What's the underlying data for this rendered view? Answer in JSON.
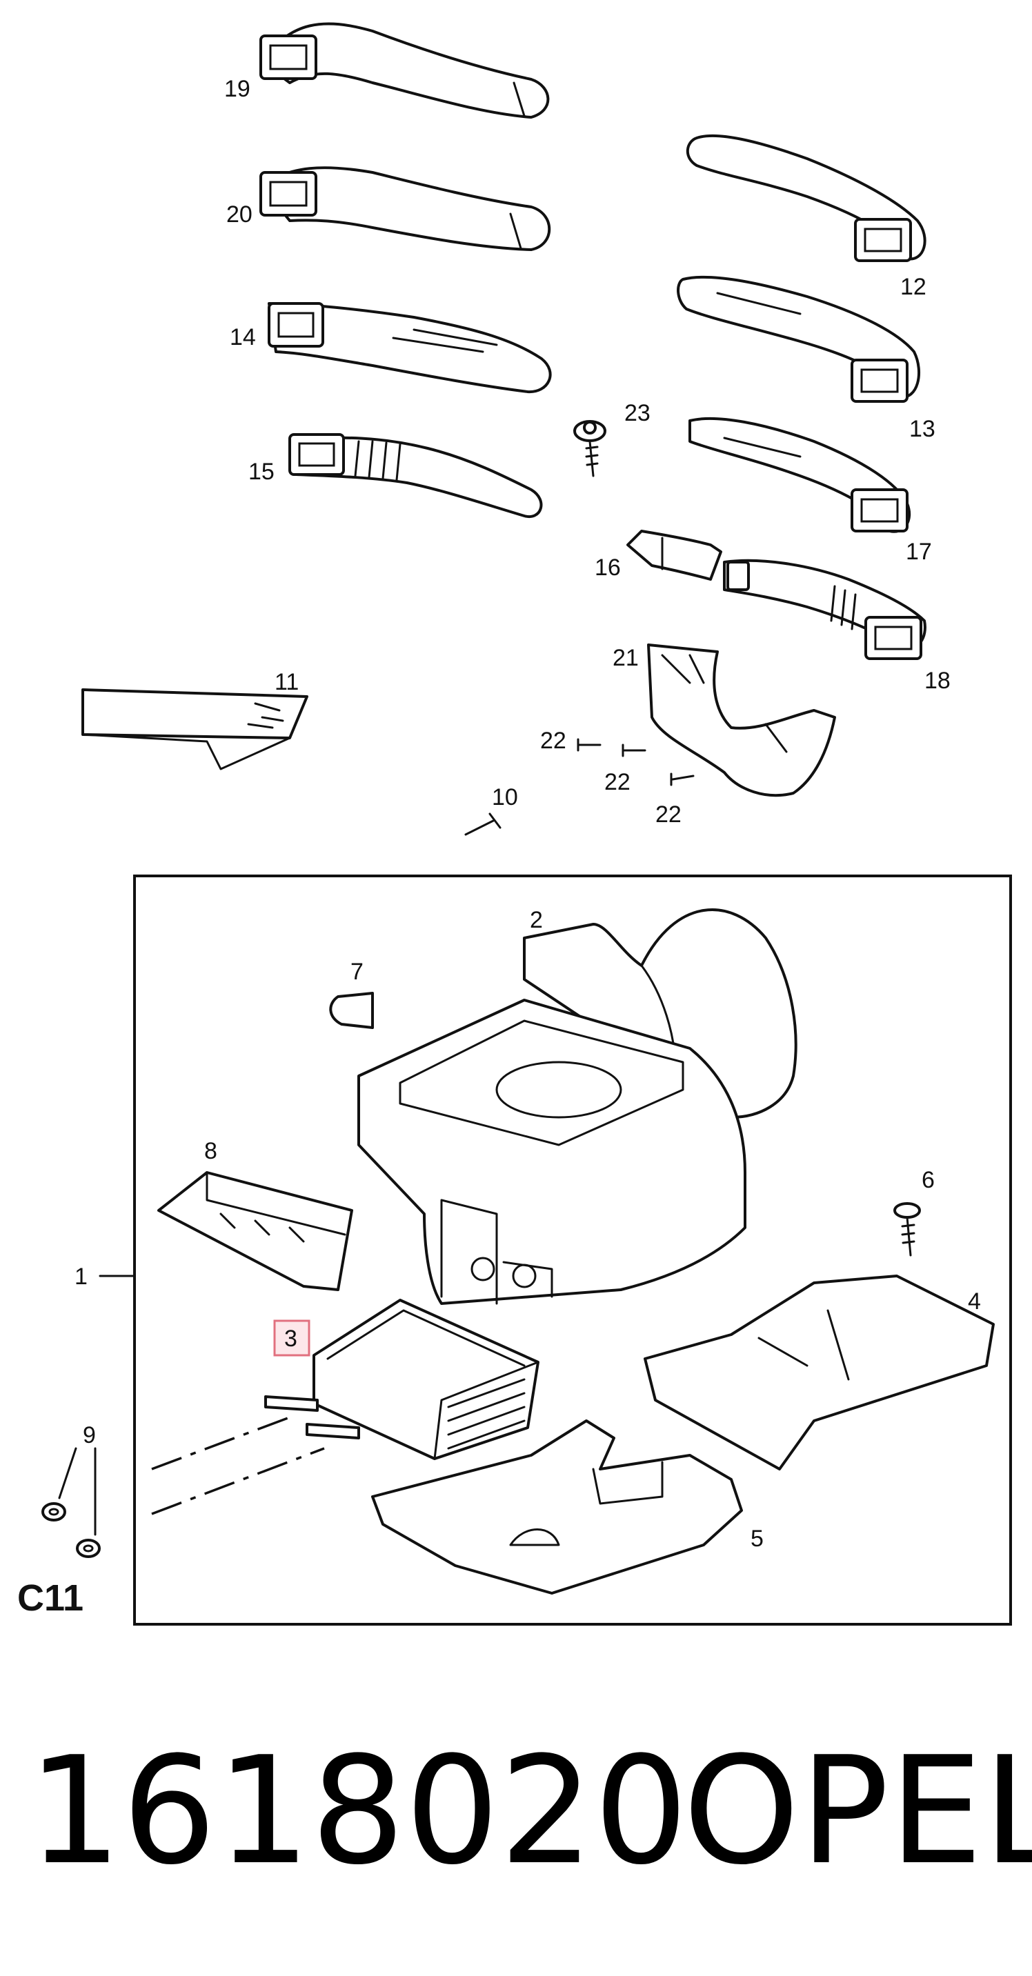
{
  "callouts": {
    "c1": "1",
    "c2": "2",
    "c3": "3",
    "c4": "4",
    "c5": "5",
    "c6": "6",
    "c7": "7",
    "c8": "8",
    "c9": "9",
    "c10": "10",
    "c11": "11",
    "c12": "12",
    "c13": "13",
    "c14": "14",
    "c15": "15",
    "c16": "16",
    "c17": "17",
    "c18": "18",
    "c19": "19",
    "c20": "20",
    "c21": "21",
    "c22a": "22",
    "c22b": "22",
    "c22c": "22",
    "c23": "23"
  },
  "highlighted_callout": "3",
  "highlight_color": "#e1707f",
  "section_code": "C11",
  "footer": {
    "part_number": "1618020",
    "brand": "OPEL"
  }
}
